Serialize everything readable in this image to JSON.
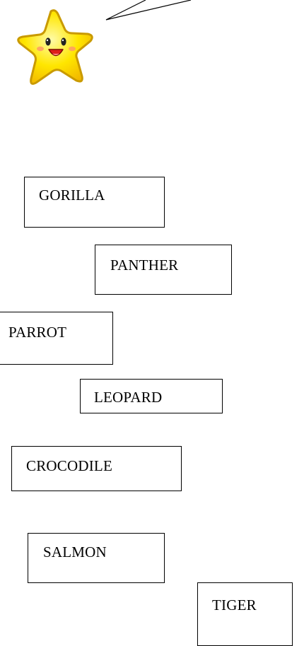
{
  "mascot": {
    "icon": "smiling-star-icon",
    "colors": {
      "star_fill": "#FFE600",
      "star_outline": "#C99A00",
      "cheeks": "#FF9A66",
      "mouth": "#E0201B"
    }
  },
  "words": [
    "GORILLA",
    "PANTHER",
    "PARROT",
    "LEOPARD",
    "CROCODILE",
    "SALMON",
    "TIGER"
  ]
}
